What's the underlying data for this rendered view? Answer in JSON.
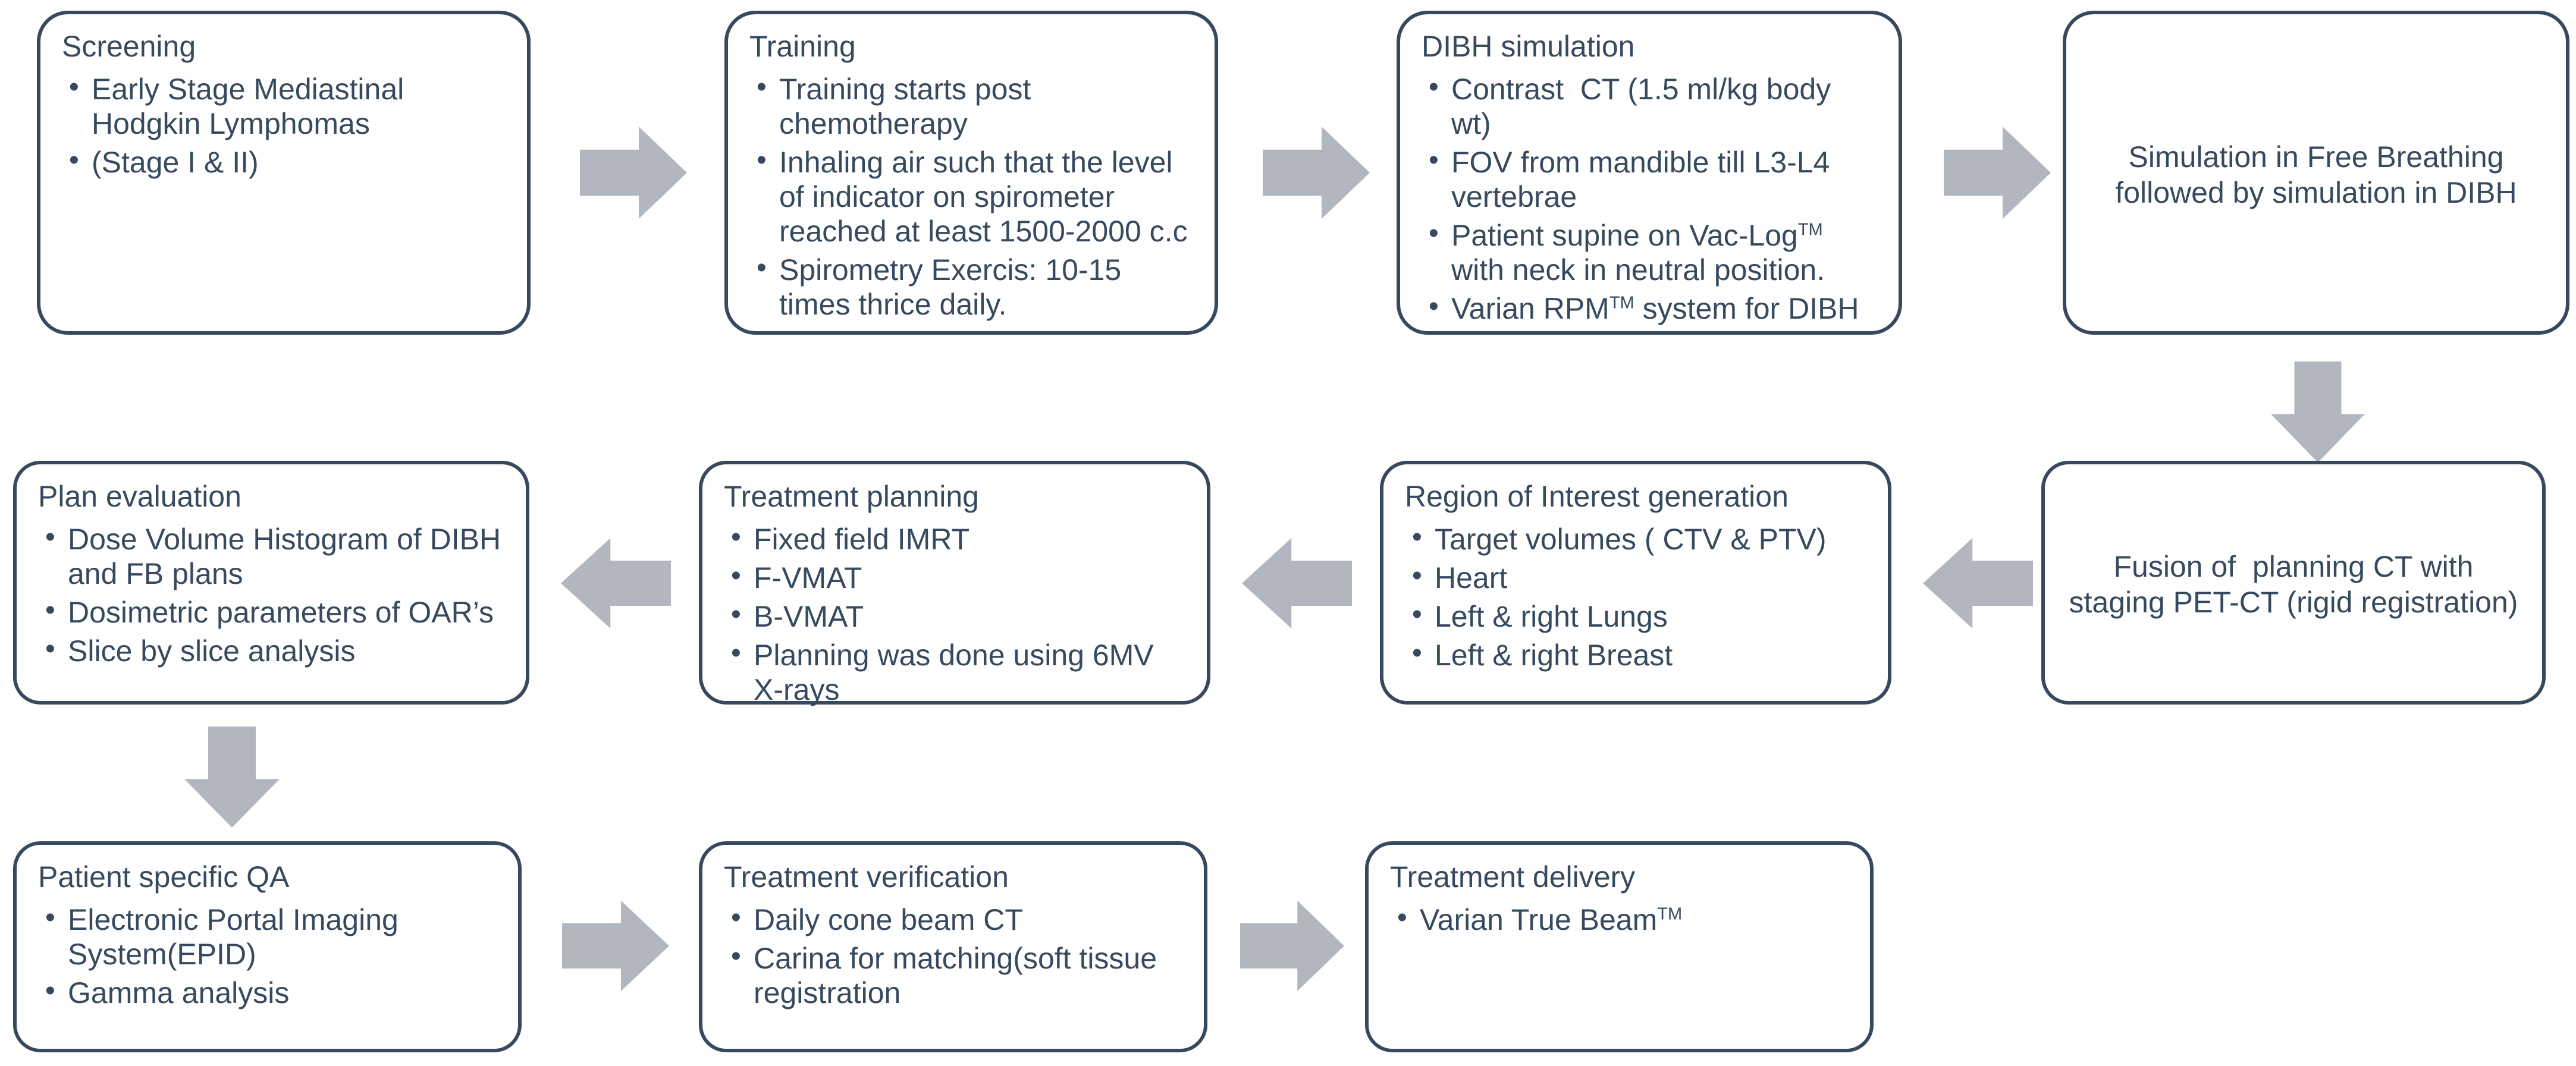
{
  "diagram": {
    "title": "DIBH radiotherapy workflow for early stage mediastinal Hodgkin lymphoma",
    "accent_border_color": "#36495e",
    "arrow_color": "#b2b6bf",
    "background_color": "#ffffff"
  },
  "boxes": {
    "screening": {
      "title": "Screening",
      "items": [
        "Early Stage Mediastinal Hodgkin Lymphomas",
        "(Stage I & II)"
      ]
    },
    "training": {
      "title": "Training",
      "items": [
        "Training starts post chemotherapy",
        "Inhaling air such that the level of indicator on spirometer reached at least 1500-2000 c.c",
        "Spirometry Exercis: 10-15 times thrice daily."
      ]
    },
    "dibh_simulation": {
      "title": "DIBH simulation",
      "items": [
        "Contrast  CT (1.5 ml/kg body wt)",
        "FOV from mandible till L3-L4 vertebrae",
        "Patient supine on Vac-Log™ with neck in neutral position.",
        "Varian RPM™ system for DIBH"
      ]
    },
    "simulation_free_breathing": {
      "text": "Simulation in Free Breathing followed by simulation in DIBH"
    },
    "fusion": {
      "text": "Fusion of  planning CT with staging PET-CT (rigid registration)"
    },
    "region_of_interest": {
      "title": "Region of Interest generation",
      "items": [
        "Target volumes ( CTV & PTV)",
        "Heart",
        "Left & right Lungs",
        "Left & right Breast"
      ]
    },
    "treatment_planning": {
      "title": "Treatment planning",
      "items": [
        "Fixed field IMRT",
        "F-VMAT",
        "B-VMAT",
        "Planning was done using 6MV X-rays"
      ]
    },
    "plan_evaluation": {
      "title": "Plan evaluation",
      "items": [
        "Dose Volume Histogram of DIBH and FB plans",
        "Dosimetric parameters of OAR’s",
        "Slice by slice analysis"
      ]
    },
    "patient_specific_qa": {
      "title": "Patient specific QA",
      "items": [
        "Electronic Portal Imaging System(EPID)",
        "Gamma analysis"
      ]
    },
    "treatment_verification": {
      "title": "Treatment verification",
      "items": [
        "Daily cone beam CT",
        "Carina for matching(soft tissue registration"
      ]
    },
    "treatment_delivery": {
      "title": "Treatment delivery",
      "items": [
        "Varian True Beam™"
      ]
    }
  },
  "arrows": [
    {
      "name": "screening-to-training",
      "direction": "right"
    },
    {
      "name": "training-to-dibh-simulation",
      "direction": "right"
    },
    {
      "name": "dibh-simulation-to-free-breathing",
      "direction": "right"
    },
    {
      "name": "free-breathing-to-fusion",
      "direction": "down"
    },
    {
      "name": "fusion-to-region-of-interest",
      "direction": "left"
    },
    {
      "name": "region-of-interest-to-treatment-planning",
      "direction": "left"
    },
    {
      "name": "treatment-planning-to-plan-evaluation",
      "direction": "left"
    },
    {
      "name": "plan-evaluation-to-patient-specific-qa",
      "direction": "down"
    },
    {
      "name": "patient-specific-qa-to-treatment-verification",
      "direction": "right"
    },
    {
      "name": "treatment-verification-to-treatment-delivery",
      "direction": "right"
    }
  ]
}
